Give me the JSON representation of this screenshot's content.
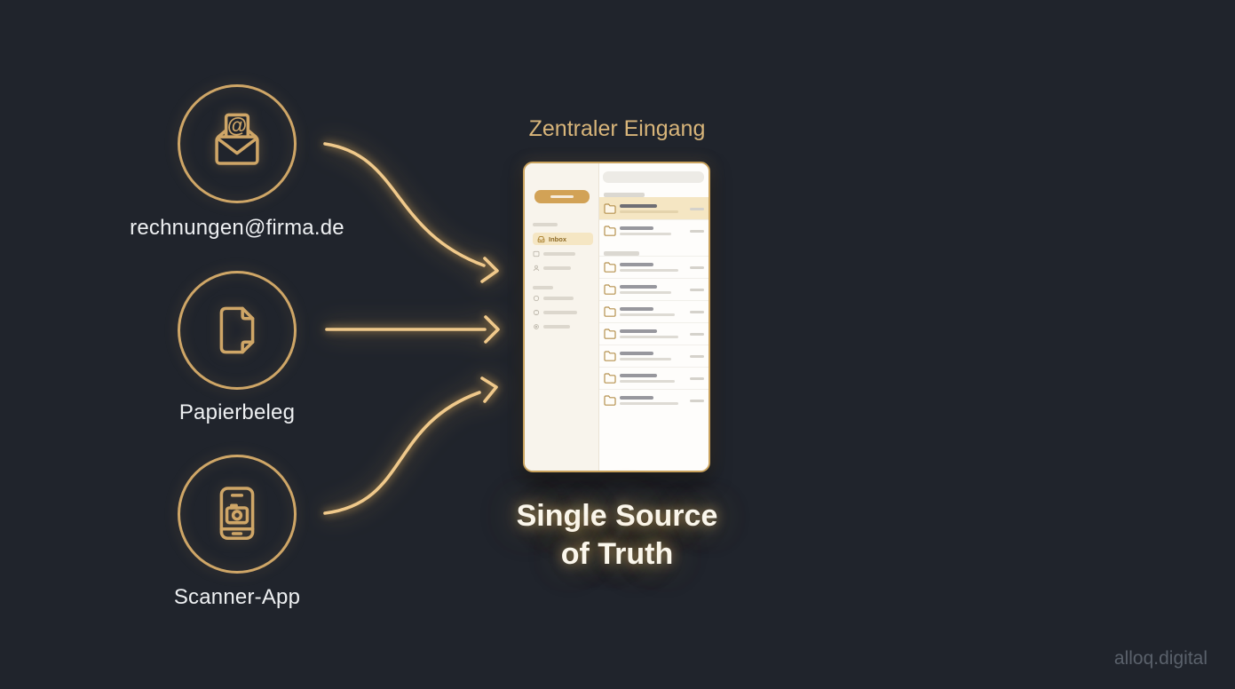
{
  "colors": {
    "background": "#20242c",
    "gold": "#cfa667",
    "arrow_gold": "#f0c98b",
    "text_light": "#eef0f2",
    "title_gold": "#d8b57a",
    "watermark": "#5a616b",
    "card_bg": "#fdfbf6",
    "card_border": "#c9a25d",
    "sidebar_bg": "#f8f4ec",
    "highlight": "#f5e6c3",
    "accent_button": "#d2a256"
  },
  "icons": {
    "at_symbol": "@"
  },
  "sources": [
    {
      "icon": "open-envelope-at-icon",
      "label": "rechnungen@firma.de"
    },
    {
      "icon": "paper-document-icon",
      "label": "Papierbeleg"
    },
    {
      "icon": "phone-scanner-icon",
      "label": "Scanner-App"
    }
  ],
  "center": {
    "title": "Zentraler Eingang",
    "caption_line1": "Single Source",
    "caption_line2": "of Truth"
  },
  "mockup": {
    "sidebar": {
      "inbox_label": "Inbox"
    }
  },
  "watermark": "alloq.digital"
}
